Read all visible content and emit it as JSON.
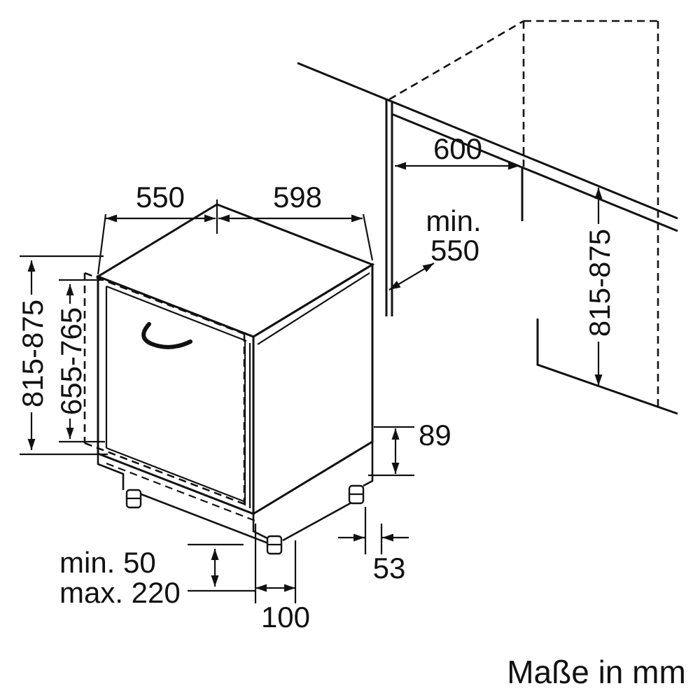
{
  "labels": {
    "depth_top": "550",
    "width_top": "598",
    "niche_width": "600",
    "niche_depth_min_line1": "min.",
    "niche_depth_min_line2": "550",
    "appliance_height_left": "815-875",
    "furniture_door_height": "655-765",
    "niche_height_right": "815-875",
    "rear_base_height": "89",
    "plinth_min": "min. 50",
    "plinth_max": "max. 220",
    "front_foot_distance": "100",
    "rear_foot_distance": "53",
    "units_note": "Maße in mm"
  },
  "style": {
    "line_color": "#111111",
    "background_color": "#ffffff"
  }
}
